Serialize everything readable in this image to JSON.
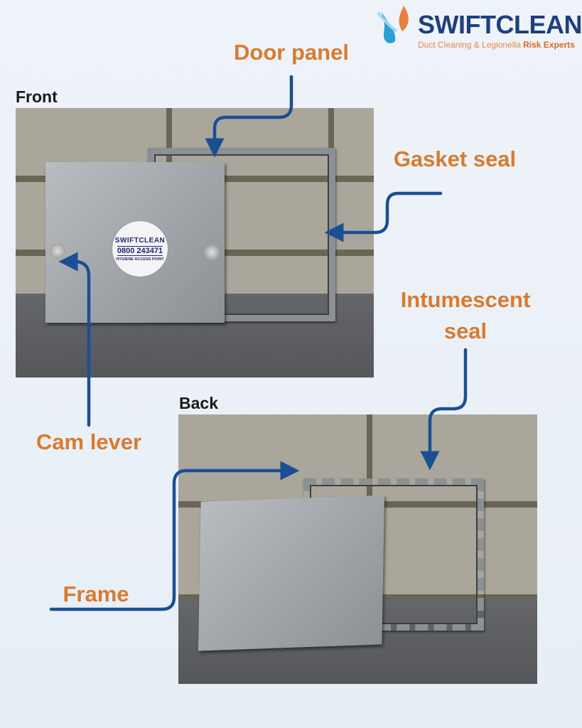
{
  "logo": {
    "name": "SWIFTCLEAN",
    "tagline": "Duct Cleaning & Legionella",
    "tagline_emphasis": "Risk Experts"
  },
  "sections": {
    "front": "Front",
    "back": "Back"
  },
  "callouts": {
    "door_panel": "Door panel",
    "gasket_seal": "Gasket seal",
    "cam_lever": "Cam lever",
    "intumescent_seal_line1": "Intumescent",
    "intumescent_seal_line2": "seal",
    "frame": "Frame"
  },
  "sticker": {
    "brand": "SWIFTCLEAN",
    "phone": "0800 243471",
    "subtitle": "HYGIENE ACCESS POINT"
  },
  "colors": {
    "accent_orange": "#d87b2f",
    "arrow_blue": "#1b4f93",
    "brand_navy": "#1f3f7e"
  }
}
